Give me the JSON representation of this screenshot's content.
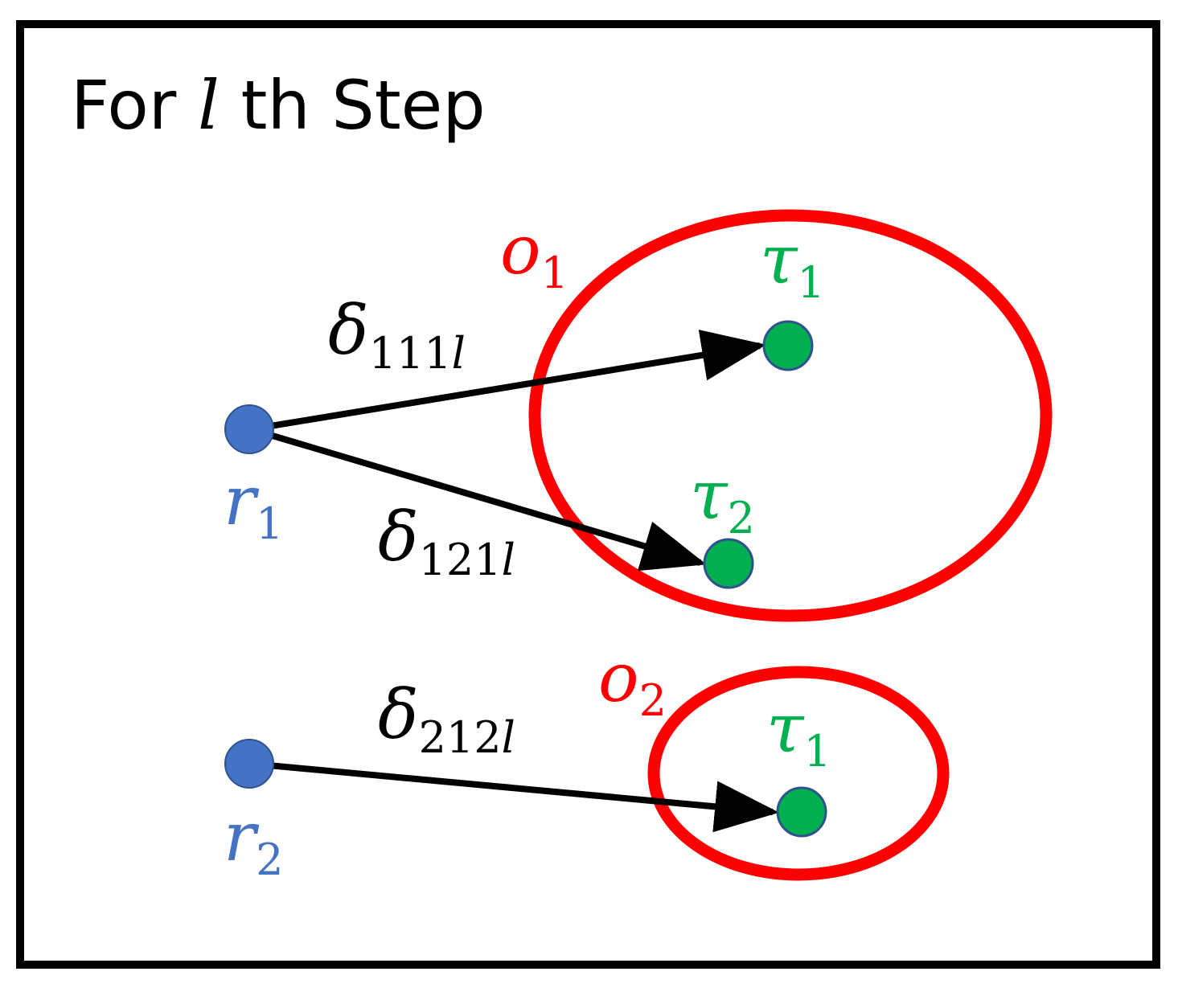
{
  "title": {
    "prefix": "For ",
    "variable": "l",
    "suffix": " th Step"
  },
  "colors": {
    "frame": "#000000",
    "robot": "#4472C4",
    "robot_stroke": "#2F528F",
    "task": "#00B050",
    "object": "#FF0000",
    "edge": "#000000"
  },
  "robots": [
    {
      "symbol": "r",
      "index": "1"
    },
    {
      "symbol": "r",
      "index": "2"
    }
  ],
  "objects": [
    {
      "symbol": "o",
      "index": "1"
    },
    {
      "symbol": "o",
      "index": "2"
    }
  ],
  "tasks": [
    {
      "symbol": "τ",
      "index": "1"
    },
    {
      "symbol": "τ",
      "index": "2"
    },
    {
      "symbol": "τ",
      "index": "1"
    }
  ],
  "edges": [
    {
      "symbol": "δ",
      "index": "111",
      "step": "l"
    },
    {
      "symbol": "δ",
      "index": "121",
      "step": "l"
    },
    {
      "symbol": "δ",
      "index": "212",
      "step": "l"
    }
  ]
}
